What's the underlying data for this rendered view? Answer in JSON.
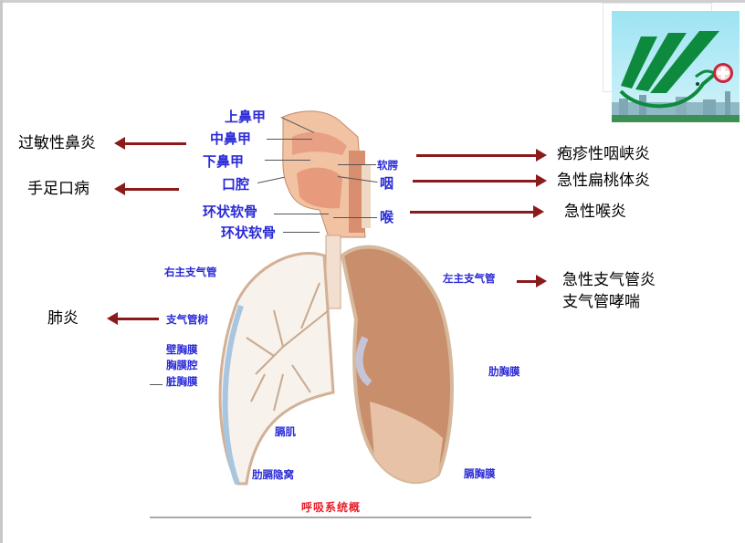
{
  "slide": {
    "caption": "呼吸系统概",
    "logo": {
      "name": "hospital-logo",
      "accent_green": "#0e8a3e",
      "cross_color": "#c6243a"
    }
  },
  "diseases_left": [
    {
      "label": "过敏性鼻炎",
      "points_to": "鼻甲"
    },
    {
      "label": "手足口病",
      "points_to": "口腔"
    },
    {
      "label": "肺炎",
      "points_to": "支气管树"
    }
  ],
  "diseases_right": [
    {
      "label": "疱疹性咽峡炎",
      "points_to": "软腭"
    },
    {
      "label": "急性扁桃体炎",
      "points_to": "咽"
    },
    {
      "label": "急性喉炎",
      "points_to": "喉"
    },
    {
      "label": "急性支气管炎",
      "points_to": "左主支气管"
    },
    {
      "label": "支气管哮喘",
      "points_to": "左主支气管"
    }
  ],
  "anatomy_labels": {
    "head": [
      "上鼻甲",
      "中鼻甲",
      "下鼻甲",
      "口腔",
      "环状软骨",
      "环状软骨",
      "软腭",
      "咽",
      "喉"
    ],
    "chest": [
      "右主支气管",
      "支气管树",
      "壁胸膜",
      "胸膜腔",
      "脏胸膜",
      "膈肌",
      "肋膈隐窝",
      "左主支气管",
      "肋胸膜",
      "膈胸膜"
    ]
  },
  "colors": {
    "arrow": "#8b1a1a",
    "anatomy_text": "#2b2bd6",
    "caption": "#e8202a"
  }
}
